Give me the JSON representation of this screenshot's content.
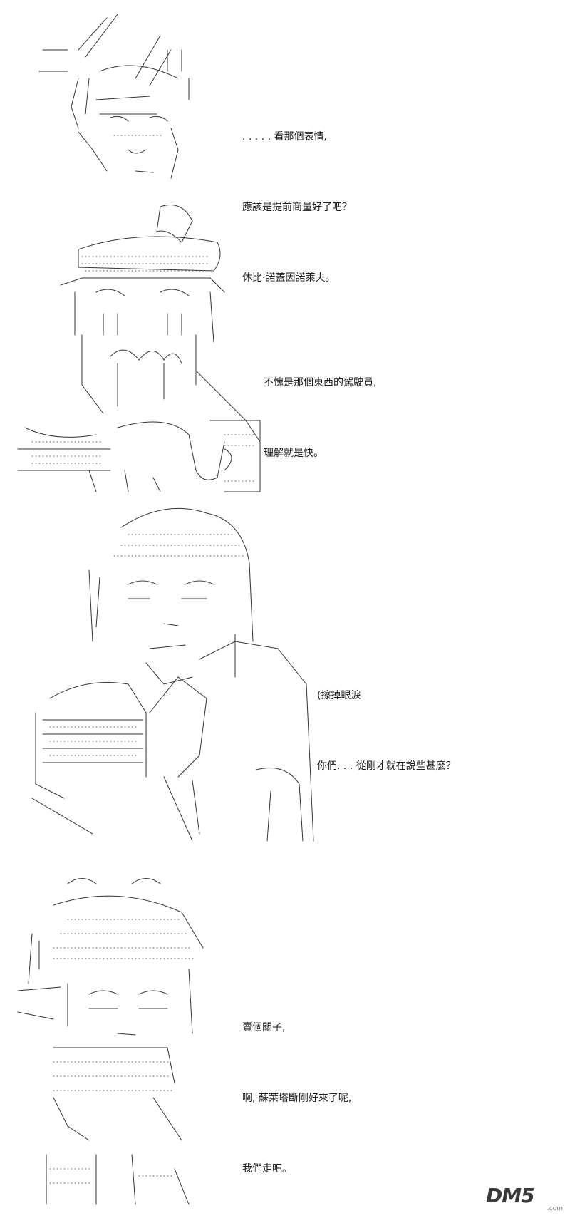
{
  "panels": [
    {
      "lines": [
        ". . . . . 看那個表情,",
        "應該是提前商量好了吧？",
        "休比·諾蓋因諾萊夫。"
      ]
    },
    {
      "lines": [
        "不愧是那個東西的駕駛員,",
        "理解就是快。"
      ]
    },
    {
      "lines": [
        "(擦掉眼淚",
        "你們. . . 從剛才就在說些甚麼？"
      ]
    },
    {
      "lines": [
        "賣個關子,",
        "啊, 蘇萊塔斷剛好來了呢,",
        "我們走吧。"
      ]
    }
  ],
  "watermark": {
    "logo": "DM5",
    "sub": ".com"
  }
}
